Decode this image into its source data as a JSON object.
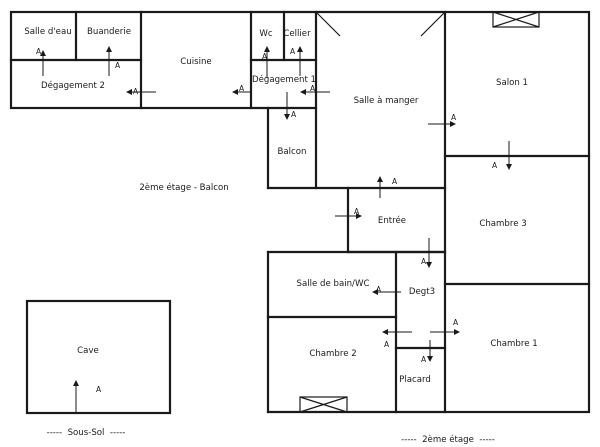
{
  "rooms": {
    "salle_eau": "Salle d'eau",
    "buanderie": "Buanderie",
    "degagement2": "Dégagement 2",
    "cuisine": "Cuisine",
    "wc": "Wc",
    "cellier": "Cellier",
    "degagement1": "Dégagement 1",
    "salle_a_manger": "Salle à manger",
    "salon1": "Salon 1",
    "balcon": "Balcon",
    "entree": "Entrée",
    "chambre3": "Chambre 3",
    "salle_de_bain": "Salle de bain/WC",
    "degt3": "Degt3",
    "chambre2": "Chambre 2",
    "chambre1": "Chambre 1",
    "placard": "Placard",
    "cave": "Cave"
  },
  "captions": {
    "balcon_level": "2ème étage - Balcon",
    "sous_sol": "-----  Sous-Sol  -----",
    "deuxieme": "-----  2ème étage  -----"
  },
  "marker": "A"
}
